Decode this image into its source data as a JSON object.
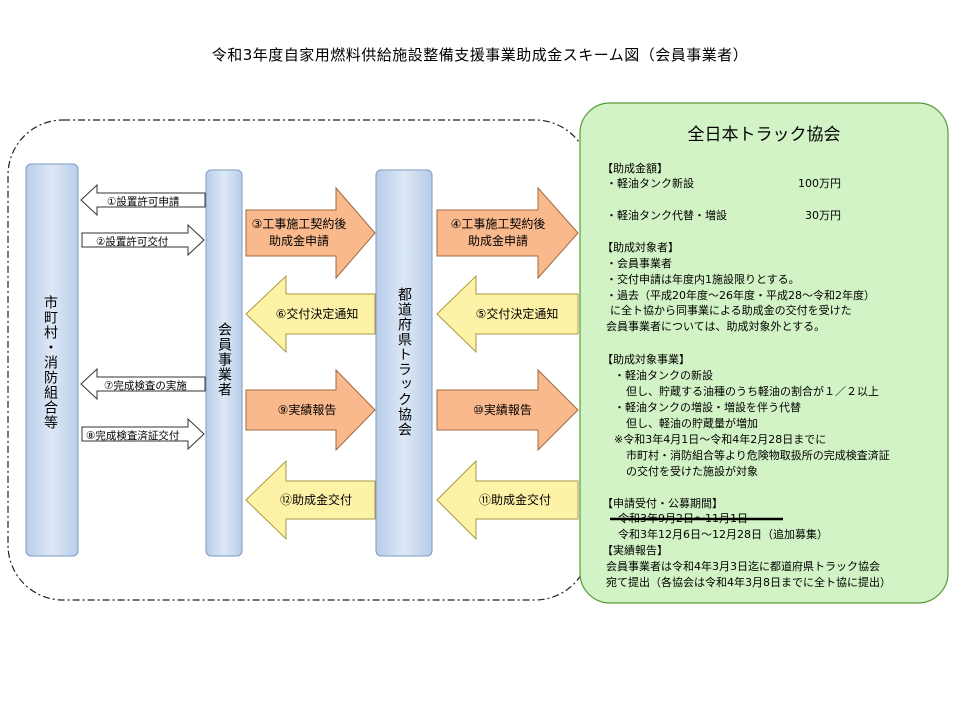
{
  "title": "令和3年度自家用燃料供給施設整備支援事業助成金スキーム図（会員事業者）",
  "nodes": {
    "municipality": "市町村・消防組合等",
    "member": "会員事業者",
    "prefecture": "都道府県トラック協会",
    "national": "全日本トラック協会"
  },
  "steps": {
    "s1": "①設置許可申請",
    "s2": "②設置許可交付",
    "s3_line1": "③工事施工契約後",
    "s3_line2": "助成金申請",
    "s4_line1": "④工事施工契約後",
    "s4_line2": "助成金申請",
    "s5": "⑤交付決定通知",
    "s6": "⑥交付決定通知",
    "s7": "⑦完成検査の実施",
    "s8": "⑧完成検査済証交付",
    "s9": "⑨実績報告",
    "s10": "⑩実績報告",
    "s11": "⑪助成金交付",
    "s12": "⑫助成金交付"
  },
  "panel": {
    "amount_heading": "【助成金額】",
    "amount_item1": "・軽油タンク新設",
    "amount_value1": "100万円",
    "amount_item2": "・軽油タンク代替・増設",
    "amount_value2": "30万円",
    "target_heading": "【助成対象者】",
    "target_1": "・会員事業者",
    "target_2": "・交付申請は年度内1施設限りとする。",
    "target_3": "・過去（平成20年度～26年度・平成28～令和2年度）",
    "target_4": "に全ト協から同事業による助成金の交付を受けた",
    "target_5": "会員事業者については、助成対象外とする。",
    "project_heading": "【助成対象事業】",
    "project_1": "・軽油タンクの新設",
    "project_2": "但し、貯蔵する油種のうち軽油の割合が１／２以上",
    "project_3": "・軽油タンクの増設・増設を伴う代替",
    "project_4": "但し、軽油の貯蔵量が増加",
    "project_5": "※令和3年4月1日～令和4年2月28日までに",
    "project_6": "市町村・消防組合等より危険物取扱所の完成検査済証",
    "project_7": "の交付を受けた施設が対象",
    "period_heading": "【申請受付・公募期間】",
    "period_old": "令和3年9月2日～11月1日",
    "period_new": "令和3年12月6日～12月28日（追加募集）",
    "report_heading": "【実績報告】",
    "report_1": "会員事業者は令和4年3月3日迄に都道府県トラック協会",
    "report_2": "宛て提出（各協会は令和4年3月8日までに全ト協に提出）"
  },
  "colors": {
    "column_fill": "#c9daf0",
    "orange_arrow": "#f9b98c",
    "yellow_arrow": "#fdf2a6",
    "panel_fill": "#d2f3c6",
    "panel_border": "#5a9a3c"
  }
}
